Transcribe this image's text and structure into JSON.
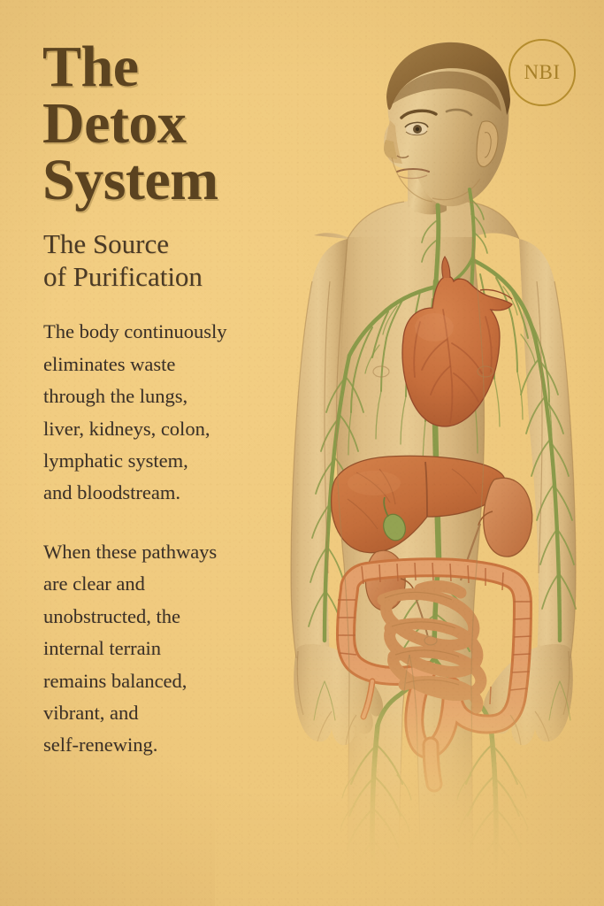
{
  "poster": {
    "background_color": "#eec87c",
    "title_color": "#5b4320",
    "subtitle_color": "#4a3a26",
    "body_color": "#3a3028",
    "badge_color": "#b8902f",
    "organ_color": "#c8703c",
    "lymph_color": "#8a9a4a",
    "skin_color": "#dcbb7e"
  },
  "title": {
    "line1": "The",
    "line2": "Detox",
    "line3": "System"
  },
  "subtitle": {
    "line1": "The Source",
    "line2": "of Purification"
  },
  "paragraph1": {
    "lines": [
      "The body continuously",
      "eliminates waste",
      "through the lungs,",
      "liver, kidneys, colon,",
      "lymphatic system,",
      "and bloodstream."
    ]
  },
  "paragraph2": {
    "lines": [
      "When these pathways",
      "are clear and",
      "unobstructed, the",
      "internal terrain",
      "remains balanced,",
      "vibrant, and",
      "self-renewing."
    ]
  },
  "badge": {
    "label": "NBI"
  },
  "illustration": {
    "subject": "anatomical-figure-male",
    "systems": [
      "lymphatic-system",
      "heart",
      "liver",
      "gallbladder",
      "kidneys",
      "large-intestine",
      "small-intestine",
      "appendix"
    ]
  }
}
